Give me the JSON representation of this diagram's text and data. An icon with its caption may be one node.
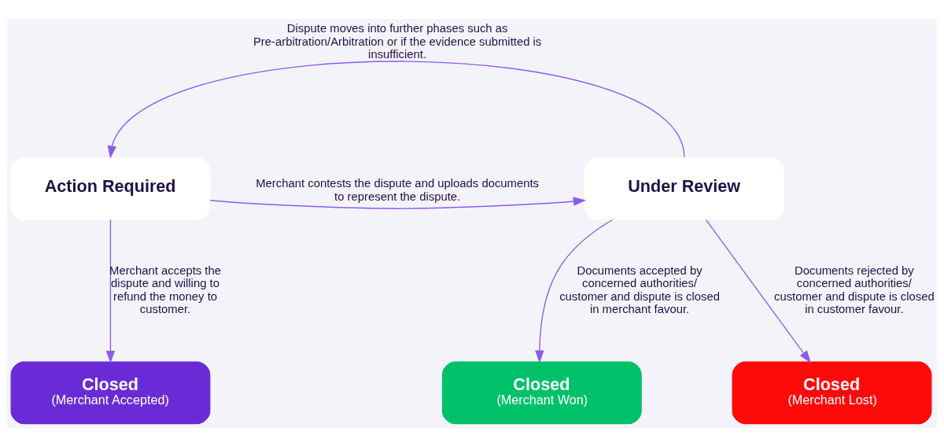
{
  "diagram": {
    "nodes": [
      {
        "text": [
          "Action Required"
        ]
      },
      {
        "text": [
          "Under Review"
        ]
      },
      {
        "text": [
          "Closed",
          "(Merchant Accepted)"
        ]
      },
      {
        "text": [
          "Closed",
          "(Merchant Won)"
        ]
      },
      {
        "text": [
          "Closed",
          "(Merchant Lost)"
        ]
      }
    ],
    "edges": [
      {
        "from": 1,
        "to": 0,
        "arrow": "to",
        "label": "Dispute moves into further phases such as Pre-arbitration/Arbitration or if the evidence submitted is insufficient."
      },
      {
        "from": 0,
        "to": 1,
        "arrow": "to",
        "label": "Merchant contests the dispute and uploads documents to represent the dispute."
      },
      {
        "from": 0,
        "to": 2,
        "arrow": "to",
        "label": "Merchant accepts the dispute and willing to refund the money to customer."
      },
      {
        "from": 1,
        "to": 3,
        "arrow": "to",
        "label": "Documents accepted by concerned authorities/ customer and dispute is closed in merchant favour."
      },
      {
        "from": 1,
        "to": 4,
        "arrow": "to",
        "label": "Documents rejected by concerned authorities/ customer and dispute is closed in customer favour."
      }
    ]
  }
}
